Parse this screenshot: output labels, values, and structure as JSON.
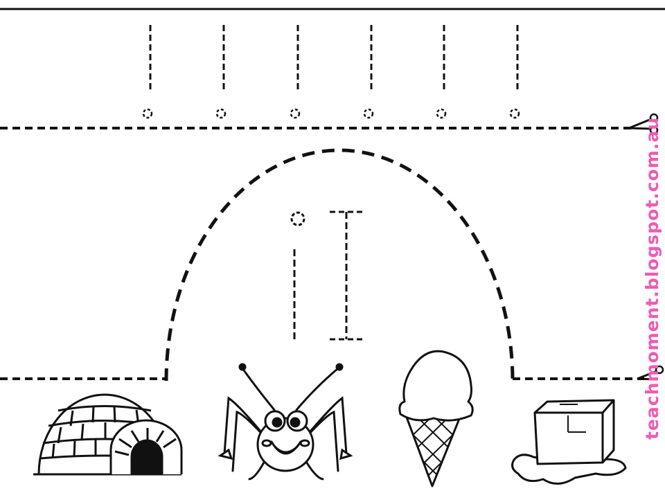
{
  "worksheet": {
    "letter_lower": "i",
    "letter_upper": "I",
    "trace_lines_count": 6,
    "watermark": "teachmoment.blogspot.com.au",
    "colors": {
      "ink": "#111111",
      "watermark": "#f05ab4",
      "paper": "#ffffff"
    },
    "pictures": [
      "igloo-icon",
      "insect-icon",
      "ice-cream-icon",
      "ice-cube-icon"
    ]
  }
}
